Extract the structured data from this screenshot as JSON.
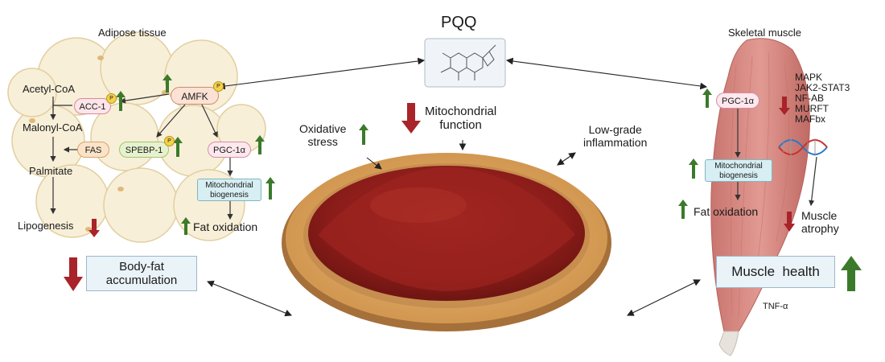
{
  "center": {
    "title": "PQQ",
    "mito_function": "Mitochondrial\nfunction",
    "oxidative_stress": "Oxidative\nstress",
    "inflammation": "Low-grade\ninflammation"
  },
  "adipose": {
    "title": "Adipose tissue",
    "acetyl_coa": "Acetyl-CoA",
    "acc1": "ACC-1",
    "malonyl_coa": "Malonyl-CoA",
    "fas": "FAS",
    "srebp": "SPEBP-1",
    "palmitate": "Palmitate",
    "lipogenesis": "Lipogenesis",
    "ampk": "AMFK",
    "pgc1a": "PGC-1α",
    "mito_biogenesis": "Mitochondrial\nbiogenesis",
    "fat_oxidation": "Fat oxidation",
    "body_fat": "Body-fat\naccumulation",
    "phospho": "P"
  },
  "muscle": {
    "title": "Skeletal muscle",
    "pgc1a": "PGC-1α",
    "mito_biogenesis": "Mitochondrial\nbiogenesis",
    "fat_oxidation": "Fat oxidation",
    "signals": [
      "MAPK",
      "JAK2-STAT3",
      "NF-AB",
      "MURFT",
      "MAFbx"
    ],
    "atrophy": "Muscle\natrophy",
    "health": "Muscle  health",
    "tnf": "TNF-α"
  },
  "colors": {
    "up_arrow": "#3b7a2a",
    "down_arrow": "#a8242a",
    "powder": "#8e1d1a",
    "plate": "#d9a460",
    "cell_fill": "#f8efd9",
    "muscle_fill": "#dd8d86",
    "mito_box": "#d7eef2",
    "health_box": "#eaf3f8"
  }
}
